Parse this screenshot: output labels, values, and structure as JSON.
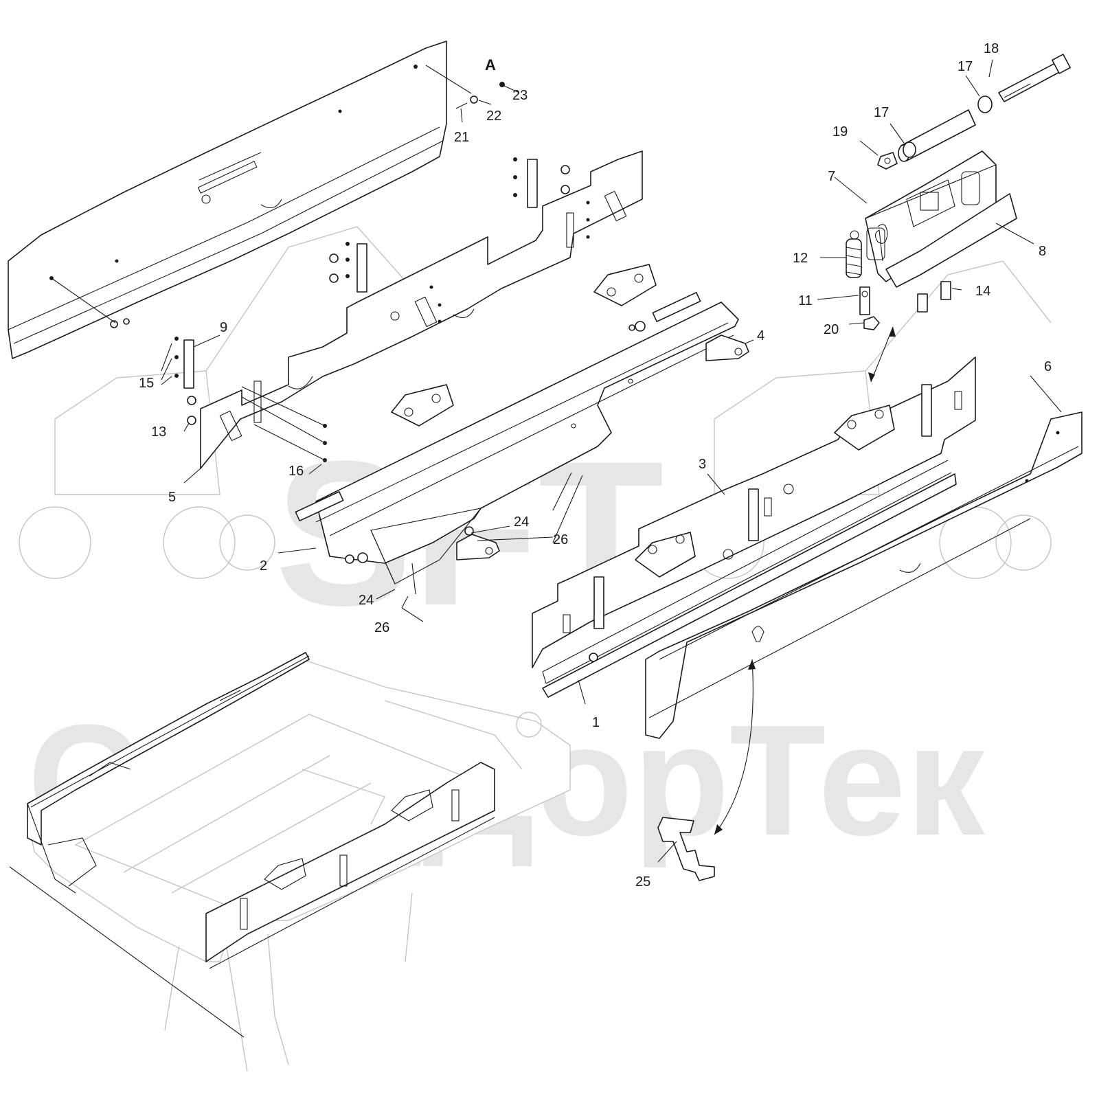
{
  "watermark": {
    "logo_letters": "SFT",
    "brand_text": "СпецДорТек"
  },
  "view_label": "A",
  "callouts": [
    {
      "id": "c1",
      "label": "1"
    },
    {
      "id": "c2",
      "label": "2"
    },
    {
      "id": "c3",
      "label": "3"
    },
    {
      "id": "c4",
      "label": "4"
    },
    {
      "id": "c5",
      "label": "5"
    },
    {
      "id": "c6",
      "label": "6"
    },
    {
      "id": "c7",
      "label": "7"
    },
    {
      "id": "c8",
      "label": "8"
    },
    {
      "id": "c9",
      "label": "9"
    },
    {
      "id": "c11",
      "label": "11"
    },
    {
      "id": "c12",
      "label": "12"
    },
    {
      "id": "c13",
      "label": "13"
    },
    {
      "id": "c14",
      "label": "14"
    },
    {
      "id": "c15",
      "label": "15"
    },
    {
      "id": "c16",
      "label": "16"
    },
    {
      "id": "c17a",
      "label": "17"
    },
    {
      "id": "c17b",
      "label": "17"
    },
    {
      "id": "c18",
      "label": "18"
    },
    {
      "id": "c19",
      "label": "19"
    },
    {
      "id": "c20",
      "label": "20"
    },
    {
      "id": "c21",
      "label": "21"
    },
    {
      "id": "c22",
      "label": "22"
    },
    {
      "id": "c23",
      "label": "23"
    },
    {
      "id": "c24a",
      "label": "24"
    },
    {
      "id": "c24b",
      "label": "24"
    },
    {
      "id": "c25",
      "label": "25"
    },
    {
      "id": "c26a",
      "label": "26"
    },
    {
      "id": "c26b",
      "label": "26"
    }
  ]
}
